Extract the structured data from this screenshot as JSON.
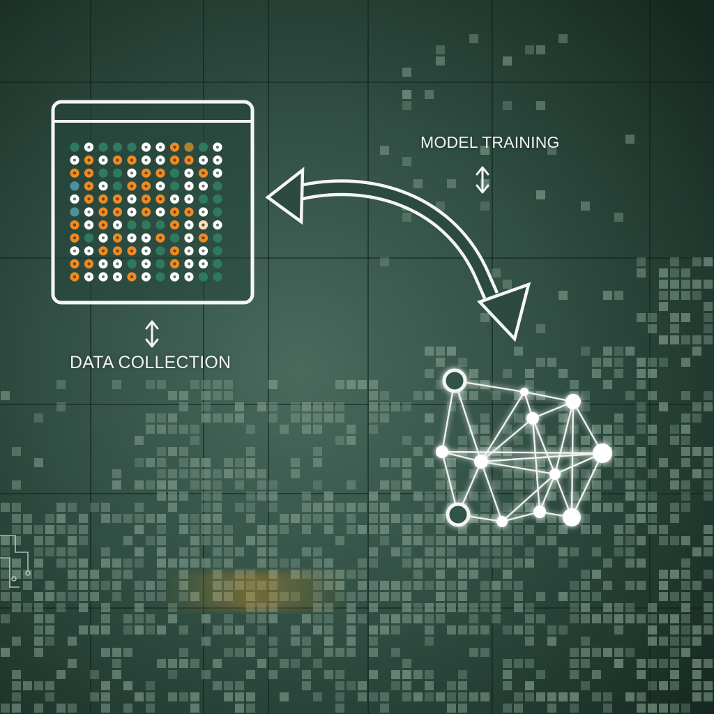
{
  "labels": {
    "data_collection": "DATA COLLECTION",
    "model_training": "MODEL TRAINING"
  },
  "colors": {
    "background": "#1c3329",
    "line": "#f4f6f3",
    "dot_green": "#2e7a5f",
    "dot_orange": "#ee8a22",
    "dot_white": "#ffffff",
    "dot_blue": "#4f8f9a",
    "dot_cream": "#f6dfc0",
    "dot_olive": "#a8842f",
    "pixel": "#7f9b8c"
  },
  "icons": {
    "data_panel": "data-matrix-icon",
    "network": "neural-network-icon",
    "cycle_arrow": "double-headed-curved-arrow-icon",
    "updown": "up-down-arrow-icon"
  },
  "data_matrix": [
    "gwgggwwoogw",
    "wowoowwooww",
    "ooggwoogwow",
    "bowgoowgwwg",
    "wooowoowwgg",
    "bwoowowoowg",
    "owowgggowcw",
    "ogwowwogwog",
    "wwooowgowwg",
    "oowwgwgowwg",
    "owwwowgwwgg"
  ],
  "matrix_legend": {
    "g": "green",
    "o": "orange",
    "w": "white",
    "b": "blue",
    "c": "cream"
  }
}
